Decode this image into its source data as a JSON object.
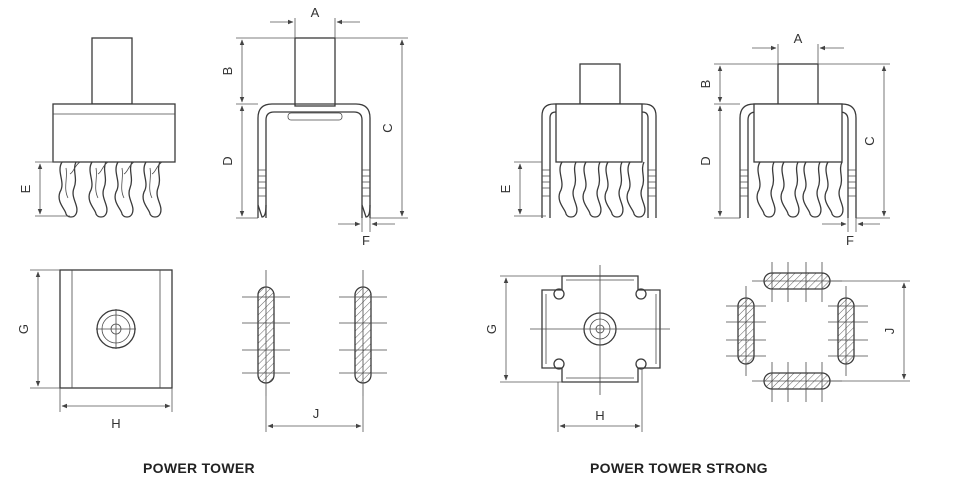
{
  "captions": {
    "left": "POWER TOWER",
    "right": "POWER TOWER STRONG"
  },
  "dimensions": {
    "A": "A",
    "B": "B",
    "C": "C",
    "D": "D",
    "E": "E",
    "F": "F",
    "G": "G",
    "H": "H",
    "J": "J"
  }
}
